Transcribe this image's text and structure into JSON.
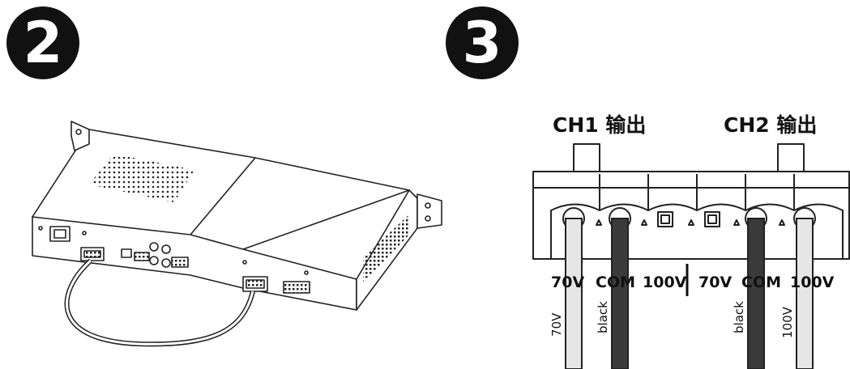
{
  "steps": {
    "step2": "2",
    "step3": "3"
  },
  "channels": {
    "ch1": "CH1 输出",
    "ch2": "CH2 输出"
  },
  "terminals": [
    "70V",
    "COM",
    "100V",
    "70V",
    "COM",
    "100V"
  ],
  "wires": {
    "w1": "70V",
    "w2": "black",
    "w3": "black",
    "w4": "100V"
  },
  "colors": {
    "ink": "#111111",
    "wire_dark": "#3a3a3a",
    "wire_light": "#e6e6e6"
  }
}
